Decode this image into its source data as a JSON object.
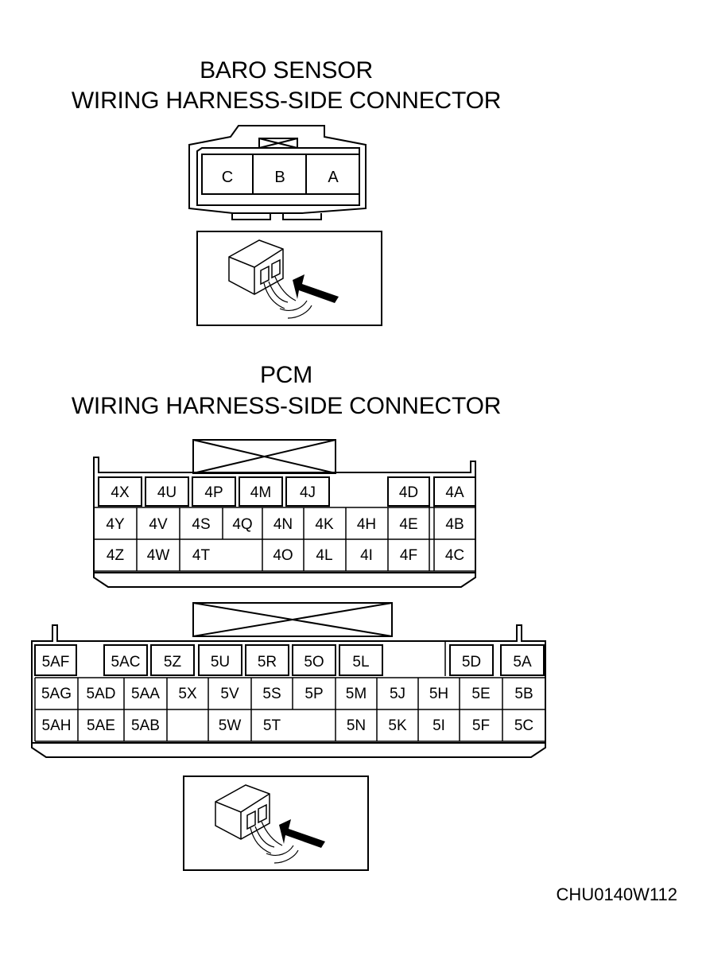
{
  "baro": {
    "title_line1": "BARO SENSOR",
    "title_line2": "WIRING HARNESS-SIDE CONNECTOR",
    "terminals": [
      "C",
      "B",
      "A"
    ]
  },
  "pcm": {
    "title_line1": "PCM",
    "title_line2": "WIRING HARNESS-SIDE CONNECTOR",
    "connector4": {
      "rows": [
        [
          "4X",
          "4U",
          "4P",
          "4M",
          "4J",
          "",
          "4D",
          "4A"
        ],
        [
          "4Y",
          "4V",
          "4S",
          "4Q",
          "4N",
          "4K",
          "4H",
          "4E",
          "4B"
        ],
        [
          "4Z",
          "4W",
          "4T",
          "",
          "4O",
          "4L",
          "4I",
          "4F",
          "4C"
        ]
      ]
    },
    "connector5": {
      "rows": [
        [
          "5AF",
          "5AC",
          "5Z",
          "5U",
          "5R",
          "5O",
          "5L",
          "5D",
          "5A"
        ],
        [
          "5AG",
          "5AD",
          "5AA",
          "5X",
          "5V",
          "5S",
          "5P",
          "5M",
          "5J",
          "5H",
          "5E",
          "5B"
        ],
        [
          "5AH",
          "5AE",
          "5AB",
          "5W",
          "5T",
          "5N",
          "5K",
          "5I",
          "5F",
          "5C"
        ]
      ]
    }
  },
  "figure_code": "CHU0140W112"
}
